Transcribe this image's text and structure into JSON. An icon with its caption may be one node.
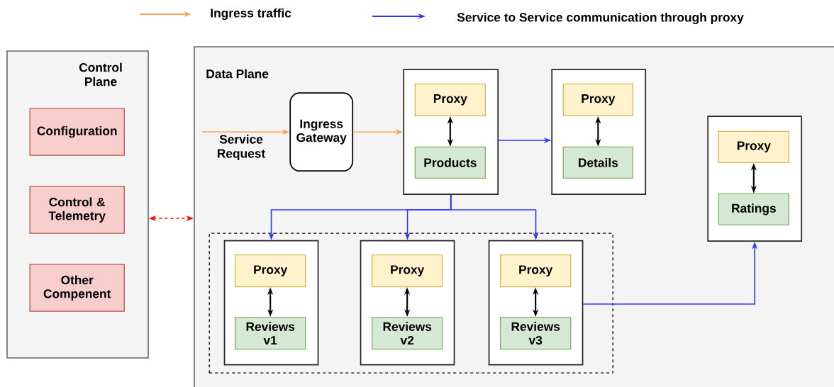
{
  "diagram": {
    "nodes": [
      {
        "text": [
          "Control Plane"
        ]
      },
      {
        "text": [
          "Configuration"
        ],
        "in": 0
      },
      {
        "text": [
          "Control & Telemetry"
        ],
        "in": 0
      },
      {
        "text": [
          "Other Compenent"
        ],
        "in": 0
      },
      {
        "text": [
          "Data Plane"
        ]
      },
      {
        "text": [
          "Ingress Gateway"
        ],
        "in": 4
      },
      {
        "text": [],
        "shape": "box",
        "in": 4
      },
      {
        "text": [
          "Proxy"
        ],
        "in": 6
      },
      {
        "text": [
          "Products"
        ],
        "in": 6
      },
      {
        "text": [],
        "shape": "box",
        "in": 4
      },
      {
        "text": [
          "Proxy"
        ],
        "in": 9
      },
      {
        "text": [
          "Details"
        ],
        "in": 9
      },
      {
        "text": [],
        "shape": "box",
        "in": 4
      },
      {
        "text": [],
        "shape": "box",
        "in": 12
      },
      {
        "text": [
          "Proxy"
        ],
        "in": 13
      },
      {
        "text": [
          "Reviews v1"
        ],
        "in": 13
      },
      {
        "text": [],
        "shape": "box",
        "in": 12
      },
      {
        "text": [
          "Proxy"
        ],
        "in": 16
      },
      {
        "text": [
          "Reviews v2"
        ],
        "in": 16
      },
      {
        "text": [],
        "shape": "box",
        "in": 12
      },
      {
        "text": [
          "Proxy"
        ],
        "in": 19
      },
      {
        "text": [
          "Reviews v3"
        ],
        "in": 19
      },
      {
        "text": [],
        "shape": "box",
        "in": 4
      },
      {
        "text": [
          "Proxy"
        ],
        "in": 22
      },
      {
        "text": [
          "Ratings"
        ],
        "in": 22
      }
    ],
    "edges": [
      {
        "from": null,
        "to": 5,
        "arrow": "to",
        "label": "Service Request",
        "color": "#f5a55a"
      },
      {
        "from": 5,
        "to": 6,
        "arrow": "to",
        "color": "#f5a55a"
      },
      {
        "from": 7,
        "to": 8,
        "arrow": "both"
      },
      {
        "from": 6,
        "to": 9,
        "arrow": "to",
        "color": "#3333ff"
      },
      {
        "from": 10,
        "to": 11,
        "arrow": "both"
      },
      {
        "from": 6,
        "to": 13,
        "arrow": "to",
        "color": "#3333ff"
      },
      {
        "from": 6,
        "to": 16,
        "arrow": "to",
        "color": "#3333ff"
      },
      {
        "from": 6,
        "to": 19,
        "arrow": "to",
        "color": "#3333ff"
      },
      {
        "from": 14,
        "to": 15,
        "arrow": "both"
      },
      {
        "from": 17,
        "to": 18,
        "arrow": "both"
      },
      {
        "from": 20,
        "to": 21,
        "arrow": "both"
      },
      {
        "from": 19,
        "to": 22,
        "arrow": "to",
        "color": "#3333ff"
      },
      {
        "from": 23,
        "to": 24,
        "arrow": "both"
      },
      {
        "from": 0,
        "to": 4,
        "arrow": "both",
        "style": "dashed",
        "color": "#ff0000"
      }
    ],
    "legend": [
      {
        "text": "Ingress traffic"
      },
      {
        "text": "Service to Service communication through proxy"
      }
    ]
  }
}
